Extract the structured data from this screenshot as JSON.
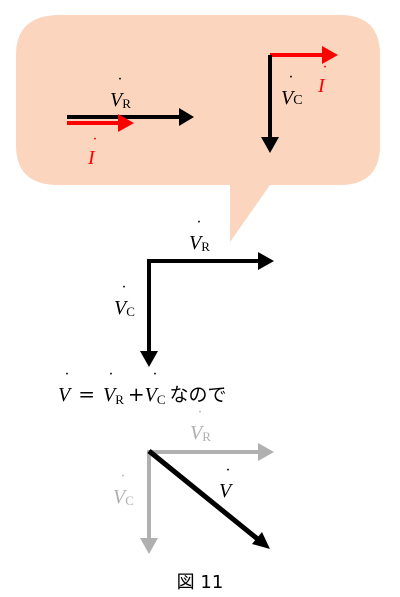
{
  "colors": {
    "bubble_fill": "#fbd5be",
    "current": "#ff0000",
    "voltage": "#000000",
    "faded": "#b0b0b0"
  },
  "bubble": {
    "vr": {
      "letter": "V",
      "sub": "R"
    },
    "vc": {
      "letter": "V",
      "sub": "C"
    },
    "current_left": {
      "letter": "I"
    },
    "current_right": {
      "letter": "I"
    }
  },
  "middle": {
    "vr": {
      "letter": "V",
      "sub": "R"
    },
    "vc": {
      "letter": "V",
      "sub": "C"
    }
  },
  "equation": {
    "lhs": "V",
    "equals": "=",
    "term1": {
      "letter": "V",
      "sub": "R"
    },
    "plus": "+",
    "term2": {
      "letter": "V",
      "sub": "C"
    },
    "suffix": "なので"
  },
  "bottom": {
    "vr": {
      "letter": "V",
      "sub": "R"
    },
    "vc": {
      "letter": "V",
      "sub": "C"
    },
    "v": {
      "letter": "V"
    }
  },
  "caption": "図 11"
}
